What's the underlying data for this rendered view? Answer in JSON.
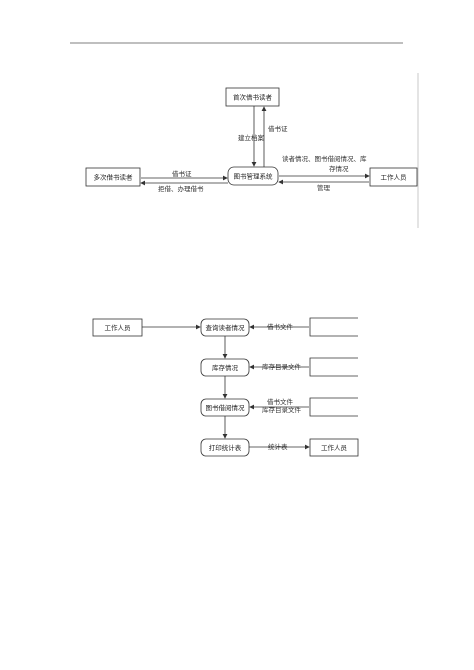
{
  "diagram1": {
    "nodes": {
      "first_reader": "首次借书读者",
      "system": "图书管理系统",
      "multi_reader": "多次借书读者",
      "staff": "工作人员"
    },
    "edge_labels": {
      "create_file": "建立档案",
      "library_card_up": "借书证",
      "library_card_left": "借书证",
      "refuse_borrow": "拒借、办理借书",
      "info_line1": "读者情况、图书借阅情况、库",
      "info_line2": "存情况",
      "manage": "管理"
    }
  },
  "diagram2": {
    "nodes": {
      "staff_top": "工作人员",
      "query": "查询读者情况",
      "stock": "库存情况",
      "lending": "图书借阅情况",
      "print": "打印统计表",
      "staff_bottom": "工作人员"
    },
    "edge_labels": {
      "borrow_file": "借书文件",
      "stock_catalog": "库存目录文件",
      "borrow_file2": "借书文件",
      "stock_catalog2": "库存目录文件",
      "stat_table": "统计表"
    }
  }
}
